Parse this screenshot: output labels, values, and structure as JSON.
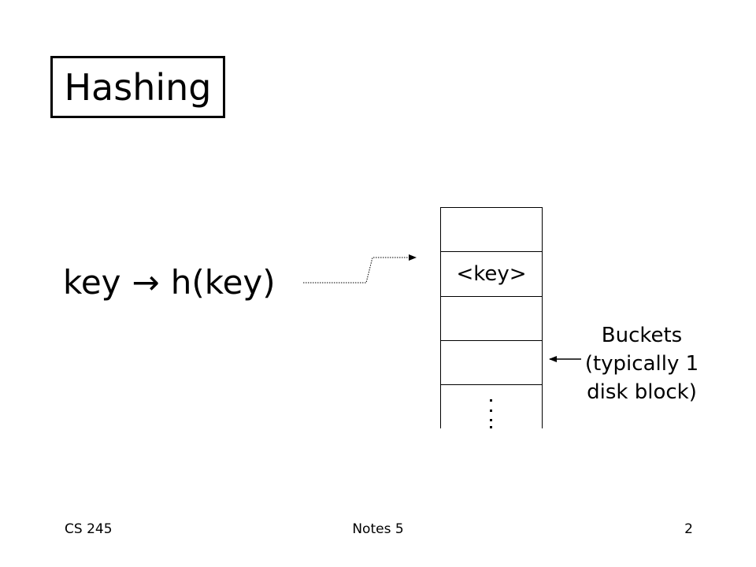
{
  "slide": {
    "title": "Hashing",
    "formula": {
      "left": "key",
      "arrow": "→",
      "right": "h(key)"
    },
    "buckets": {
      "highlighted_label": "<key>",
      "note_lines": [
        "Buckets",
        "(typically 1",
        "disk block)"
      ]
    },
    "footer": {
      "left": "CS 245",
      "center": "Notes 5",
      "right": "2"
    }
  }
}
